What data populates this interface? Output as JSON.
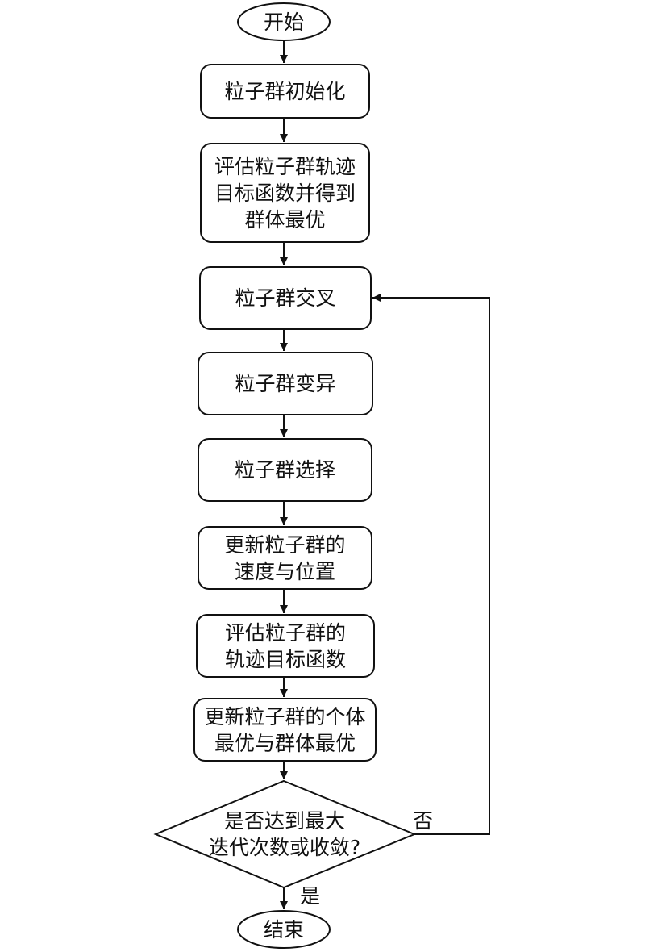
{
  "flowchart": {
    "start": "开始",
    "steps": [
      {
        "lines": [
          "粒子群初始化"
        ]
      },
      {
        "lines": [
          "评估粒子群轨迹",
          "目标函数并得到",
          "群体最优"
        ]
      },
      {
        "lines": [
          "粒子群交叉"
        ]
      },
      {
        "lines": [
          "粒子群变异"
        ]
      },
      {
        "lines": [
          "粒子群选择"
        ]
      },
      {
        "lines": [
          "更新粒子群的",
          "速度与位置"
        ]
      },
      {
        "lines": [
          "评估粒子群的",
          "轨迹目标函数"
        ]
      },
      {
        "lines": [
          "更新粒子群的个体",
          "最优与群体最优"
        ]
      }
    ],
    "decision": {
      "lines": [
        "是否达到最大",
        "迭代次数或收敛?"
      ]
    },
    "yes_label": "是",
    "no_label": "否",
    "end": "结束"
  }
}
